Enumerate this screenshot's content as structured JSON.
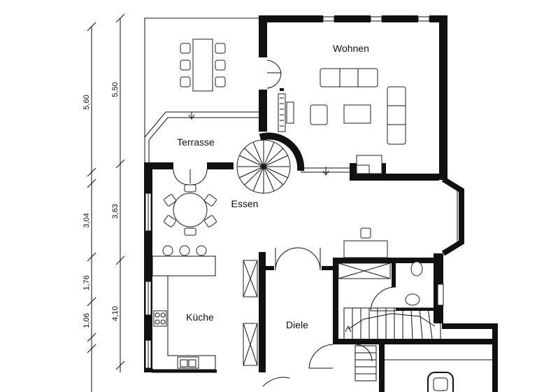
{
  "rooms": {
    "wohnen": "Wohnen",
    "terrasse": "Terrasse",
    "essen": "Essen",
    "kueche": "Küche",
    "diele": "Diele"
  },
  "dimensions": {
    "outer": [
      "5,60",
      "3,04",
      "1,76",
      "1,06"
    ],
    "inner": [
      "5,50",
      "3,63",
      "4,10"
    ]
  }
}
